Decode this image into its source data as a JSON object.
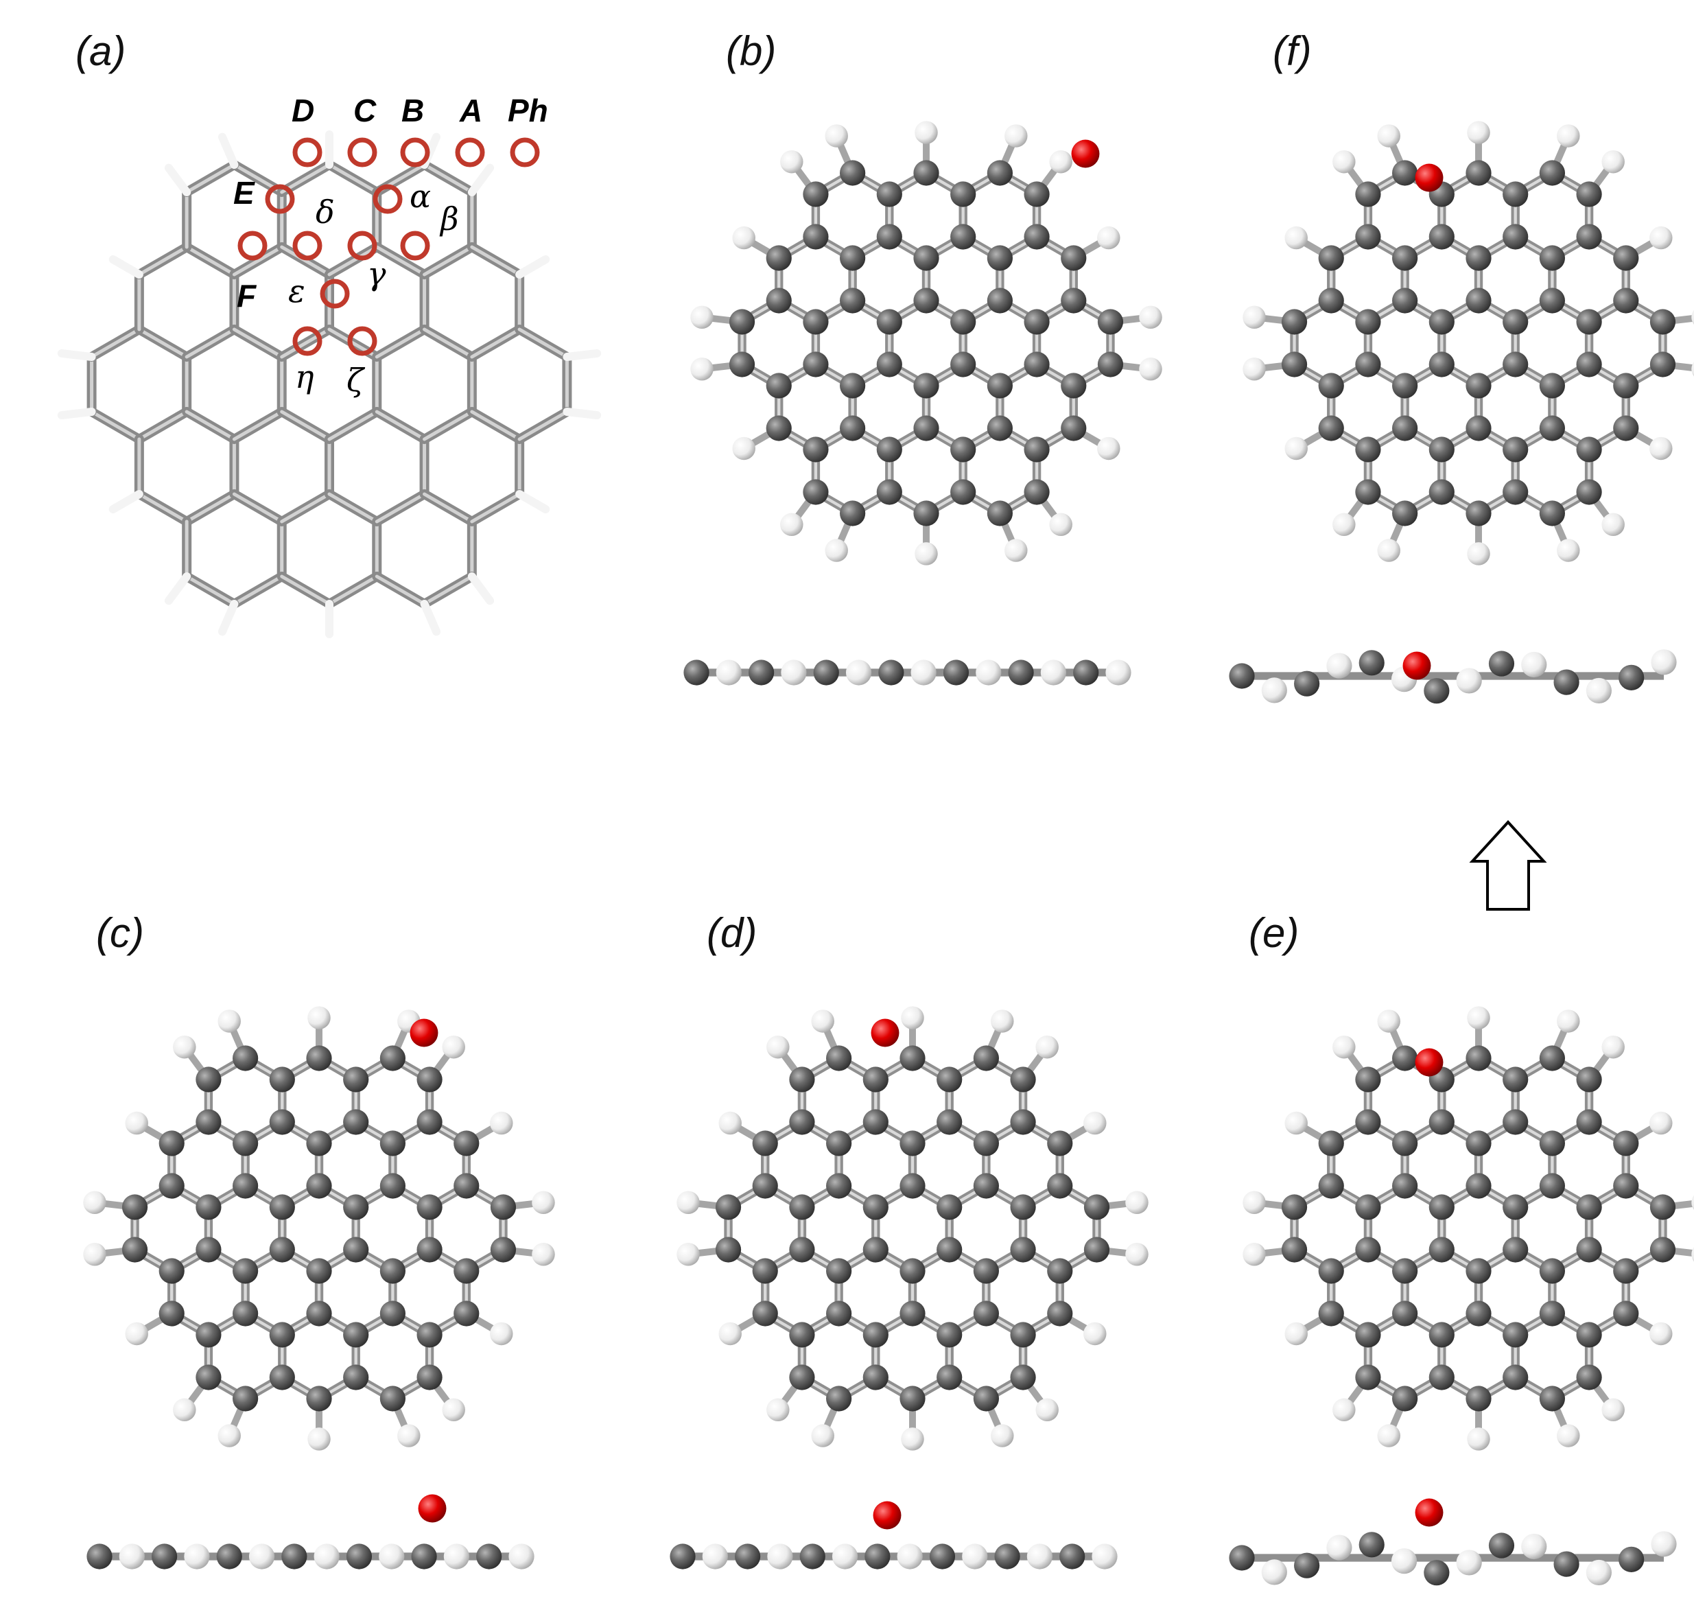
{
  "panels": {
    "a": {
      "label": "(a)"
    },
    "b": {
      "label": "(b)"
    },
    "c": {
      "label": "(c)"
    },
    "d": {
      "label": "(d)"
    },
    "e": {
      "label": "(e)"
    },
    "f": {
      "label": "(f)"
    }
  },
  "site_labels": {
    "D": "D",
    "C": "C",
    "B": "B",
    "A": "A",
    "Ph": "Ph",
    "E": "E",
    "F": "F",
    "alpha": "α",
    "beta": "β",
    "gamma": "γ",
    "delta": "δ",
    "epsilon": "ε",
    "zeta": "ζ",
    "eta": "η"
  },
  "colors": {
    "carbon": "#6b6b6b",
    "hydrogen": "#f2f2f2",
    "oxygen": "#e00000",
    "bond": "#9a9a9a",
    "site_marker": "#c0392b"
  }
}
